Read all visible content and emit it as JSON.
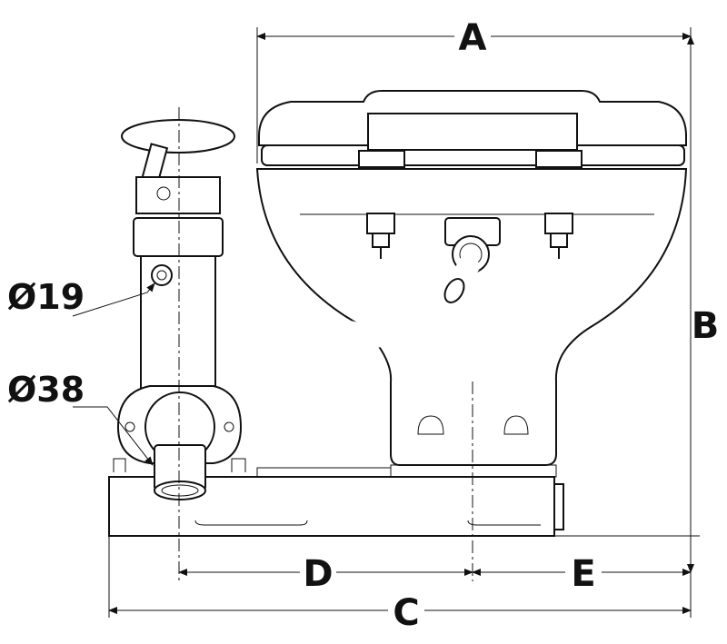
{
  "dimensions": {
    "A": "A",
    "B": "B",
    "C": "C",
    "D": "D",
    "E": "E"
  },
  "callouts": {
    "inlet": "Ø19",
    "outlet": "Ø38"
  }
}
